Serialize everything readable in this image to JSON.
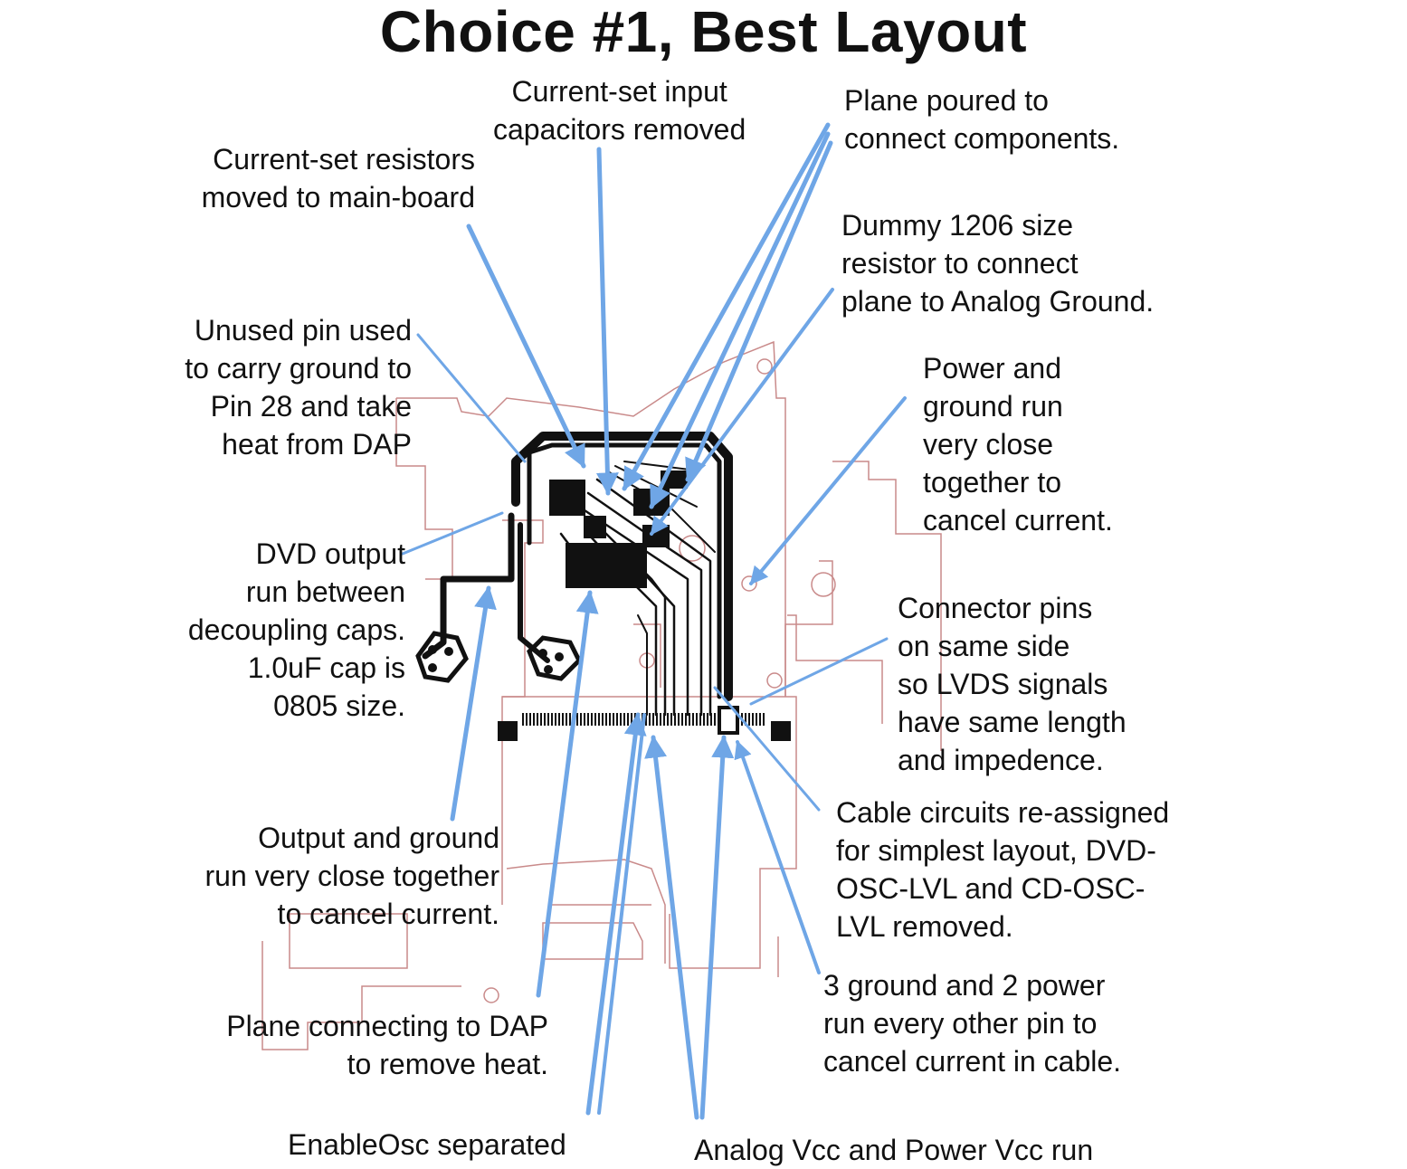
{
  "title": "Choice #1, Best Layout",
  "labels": {
    "current_set_input": "Current-set input\ncapacitors removed",
    "plane_poured": "Plane poured to\nconnect components.",
    "current_set_resistors": "Current-set resistors\nmoved to main-board",
    "dummy_resistor": "Dummy 1206 size\nresistor to connect\nplane to Analog Ground.",
    "unused_pin": "Unused pin used\nto carry ground to\nPin 28 and take\nheat from DAP",
    "power_ground_close": "Power and\nground run\nvery close\ntogether to\ncancel current.",
    "dvd_output": "DVD output\nrun between\ndecoupling caps.\n1.0uF cap is\n0805 size.",
    "connector_pins": "Connector pins\non same side\nso LVDS signals\nhave same length\nand impedence.",
    "cable_circuits": "Cable circuits re-assigned\nfor simplest layout, DVD-\nOSC-LVL and CD-OSC-\nLVL removed.",
    "output_ground_close": "Output and ground\nrun very close together\nto cancel current.",
    "ground_power_pins": "3 ground and 2 power\nrun every other pin to\ncancel current in cable.",
    "plane_dap": "Plane connecting to DAP\nto remove heat.",
    "enable_osc": "EnableOsc separated",
    "analog_vcc": "Analog Vcc and Power Vcc run"
  },
  "colors": {
    "arrow": "#6fa6e6",
    "trace": "#111111",
    "outline": "#c98a8a"
  }
}
